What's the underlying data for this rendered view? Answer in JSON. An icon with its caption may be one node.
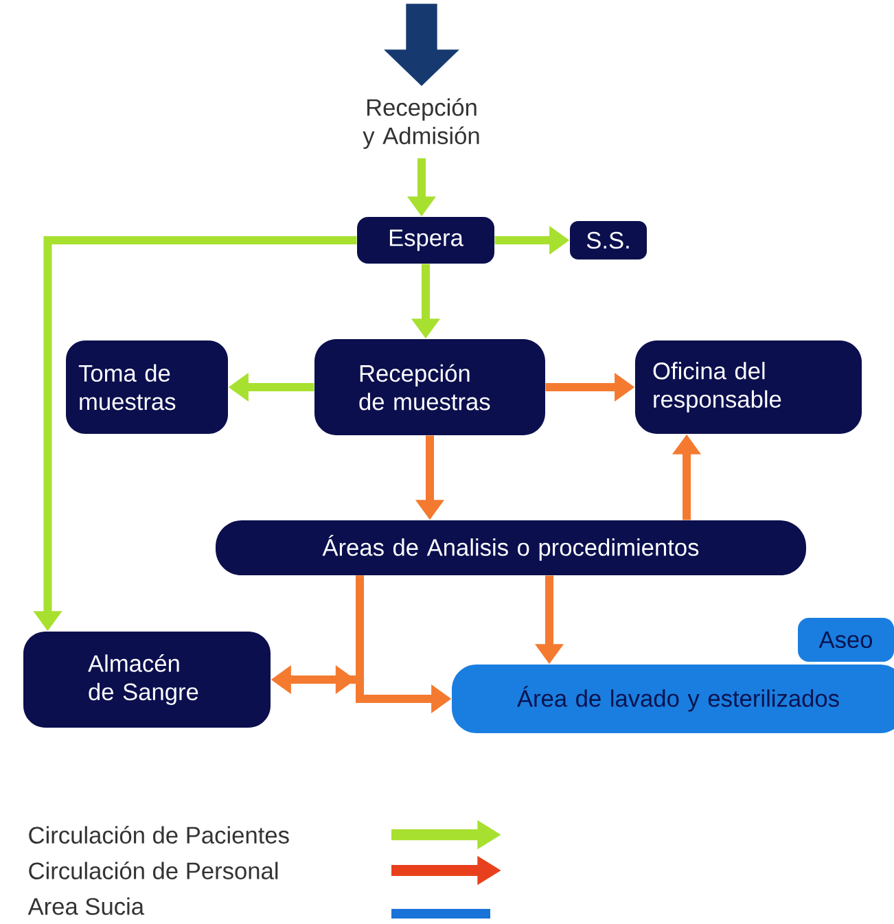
{
  "diagram": {
    "nodes": [
      {
        "text": [
          "Recepción y Admisión"
        ]
      },
      {
        "text": [
          "Espera"
        ]
      },
      {
        "text": [
          "S.S."
        ]
      },
      {
        "text": [
          "Toma de muestras"
        ]
      },
      {
        "text": [
          "Recepción de muestras"
        ]
      },
      {
        "text": [
          "Oficina del responsable"
        ]
      },
      {
        "text": [
          "Áreas de Analisis o procedimientos"
        ]
      },
      {
        "text": [
          "Almacén de Sangre"
        ]
      },
      {
        "text": [
          "Aseo"
        ]
      },
      {
        "text": [
          "Área de lavado y esterilizados"
        ]
      }
    ],
    "edges": [
      {
        "from": null,
        "to": 0,
        "arrow": "to",
        "style": "thick",
        "color": "#163a70"
      },
      {
        "from": 0,
        "to": 1,
        "arrow": "to",
        "color": "#a8e030"
      },
      {
        "from": 1,
        "to": 2,
        "arrow": "to",
        "color": "#a8e030"
      },
      {
        "from": 1,
        "to": 4,
        "arrow": "to",
        "color": "#a8e030"
      },
      {
        "from": 1,
        "to": 7,
        "arrow": "to",
        "color": "#a8e030"
      },
      {
        "from": 4,
        "to": 3,
        "arrow": "to",
        "color": "#a8e030"
      },
      {
        "from": 4,
        "to": 5,
        "arrow": "to"
      },
      {
        "from": 4,
        "to": 6,
        "arrow": "to"
      },
      {
        "from": 6,
        "to": 5,
        "arrow": "to"
      },
      {
        "from": 6,
        "to": 9,
        "arrow": "to"
      },
      {
        "from": 6,
        "to": 9,
        "arrow": "to"
      },
      {
        "from": 6,
        "to": 7,
        "arrow": "to"
      }
    ],
    "legend": [
      {
        "text": "Circulación de Pacientes"
      },
      {
        "text": "Circulación de Personal"
      },
      {
        "text": "Area Sucia",
        "color": "#1a73d9"
      }
    ]
  }
}
